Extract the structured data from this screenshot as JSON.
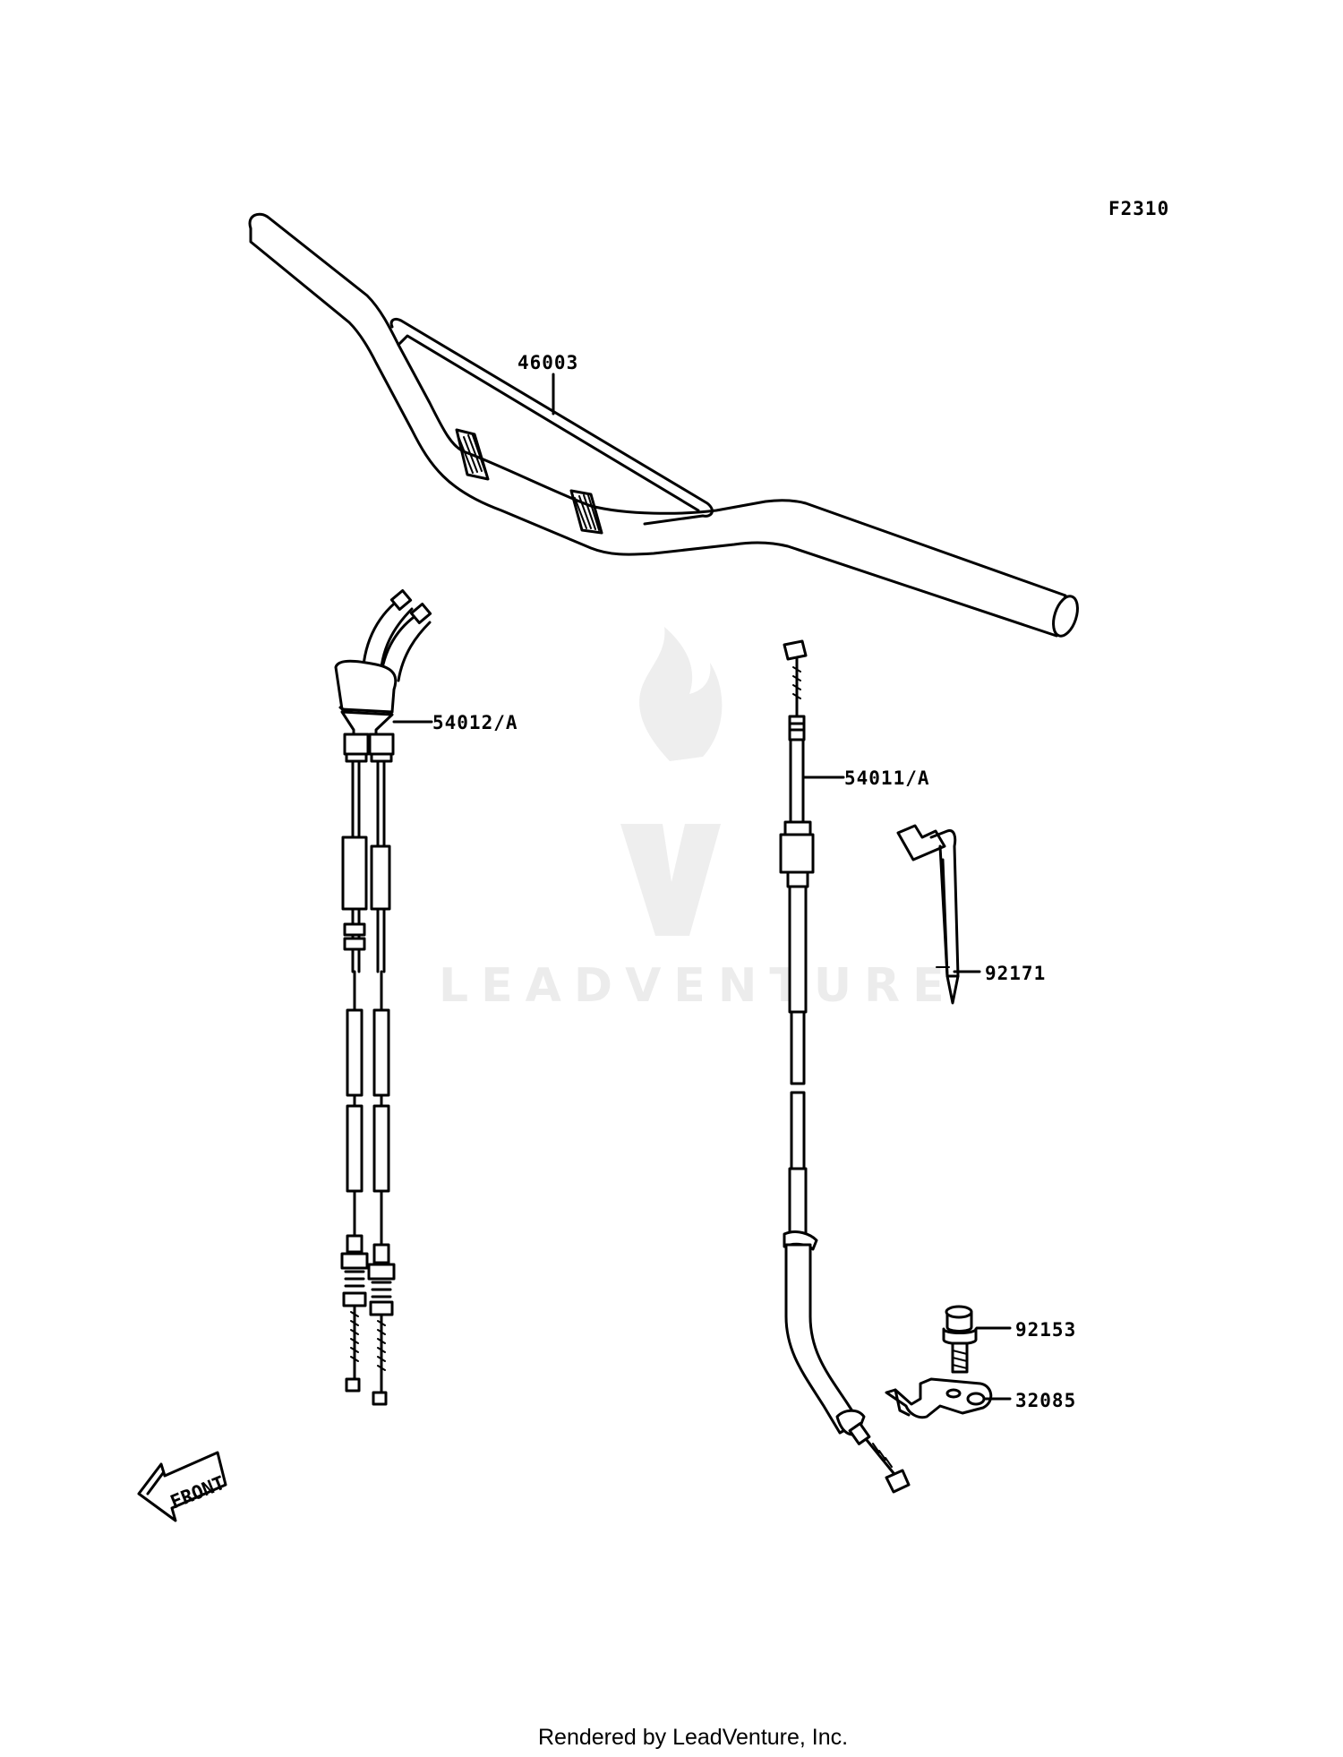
{
  "figure_code": "F2310",
  "watermark": "LEADVENTURE",
  "footer": "Rendered by LeadVenture, Inc.",
  "front_arrow": "FRONT",
  "callouts": [
    "46003",
    "54012/A",
    "54011/A",
    "92171",
    "92153",
    "32085"
  ],
  "colors": {
    "line": "#000000",
    "background": "#ffffff",
    "watermark": "#ececec"
  }
}
